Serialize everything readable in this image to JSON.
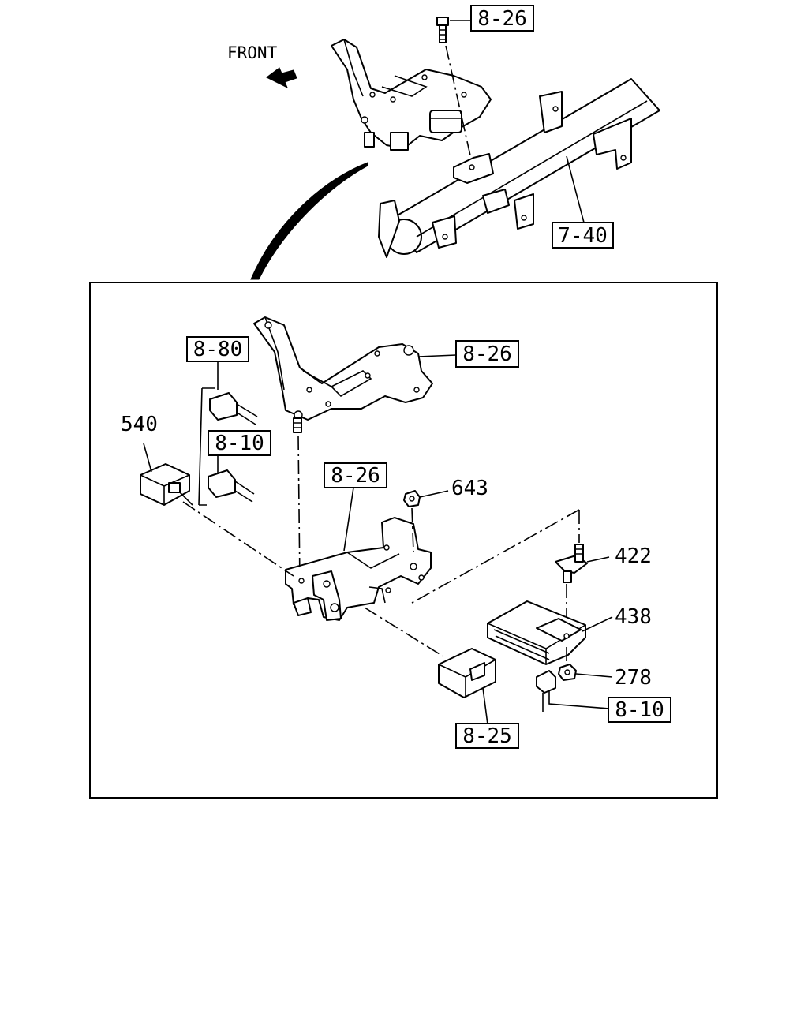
{
  "orientation_label": "FRONT",
  "callouts": {
    "overview_bracket_ref": "8-26",
    "crossmember_ref": "7-40",
    "top_harness_ref": "8-80",
    "left_harness_ref": "8-10",
    "bracket_top_ref": "8-26",
    "bracket_mid_ref": "8-26",
    "relay_ref": "8-25",
    "right_harness_ref": "8-10"
  },
  "part_numbers": {
    "relay": "540",
    "nut_top": "643",
    "bolt": "422",
    "control_unit": "438",
    "nut_bottom": "278"
  }
}
